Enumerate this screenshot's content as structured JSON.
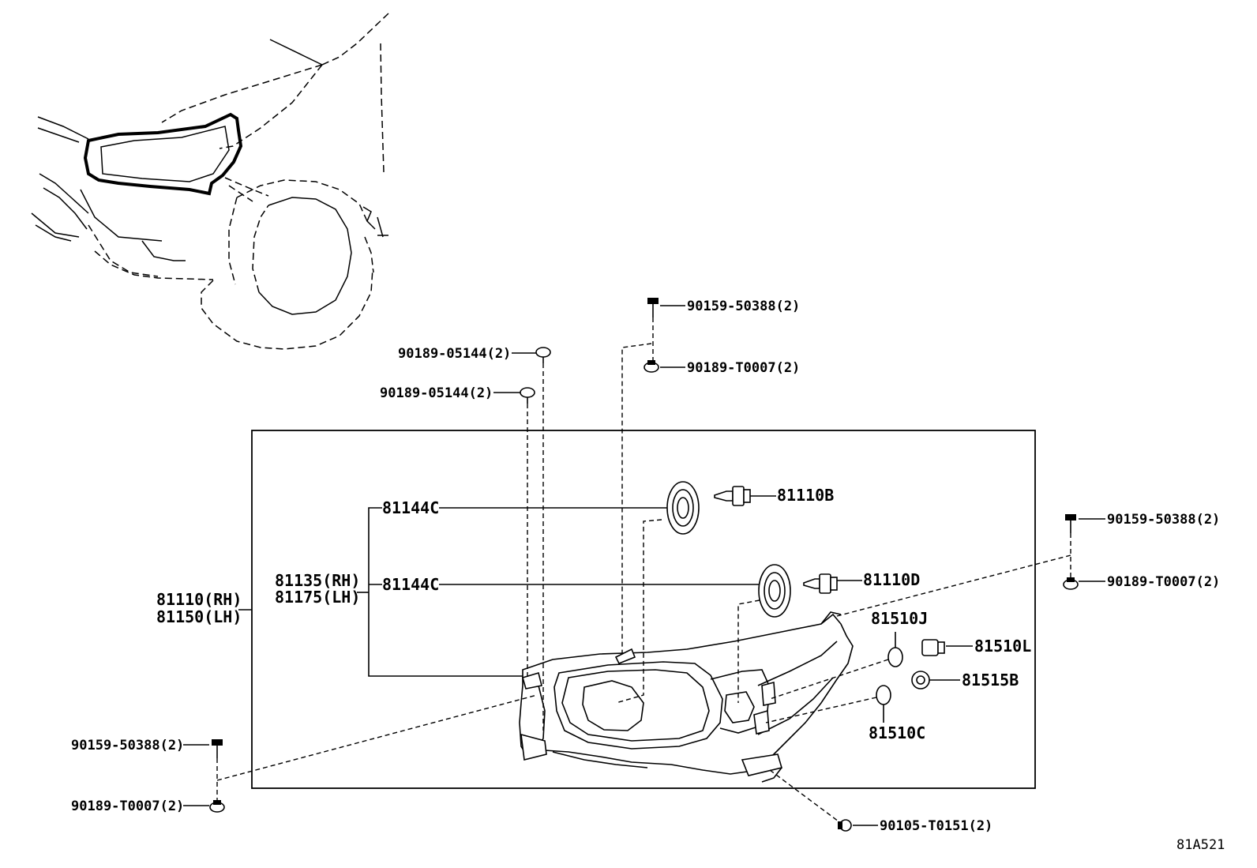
{
  "diagram_id": "81A521",
  "callouts": {
    "assembly_rh": "81110(RH)",
    "assembly_lh": "81150(LH)",
    "housing_rh": "81135(RH)",
    "housing_lh": "81175(LH)",
    "cover_upper": "81144C",
    "cover_lower": "81144C",
    "bulb_b": "81110B",
    "bulb_d": "81110D",
    "bulb_j": "81510J",
    "socket_l": "81510L",
    "socket_b": "81515B",
    "bulb_c": "81510C",
    "screw_top_a": "90159-50388(2)",
    "nut_top_a": "90189-T0007(2)",
    "clip_top_1": "90189-05144(2)",
    "clip_top_2": "90189-05144(2)",
    "screw_right": "90159-50388(2)",
    "nut_right": "90189-T0007(2)",
    "screw_left": "90159-50388(2)",
    "nut_left": "90189-T0007(2)",
    "bolt_bottom": "90105-T0151(2)"
  }
}
